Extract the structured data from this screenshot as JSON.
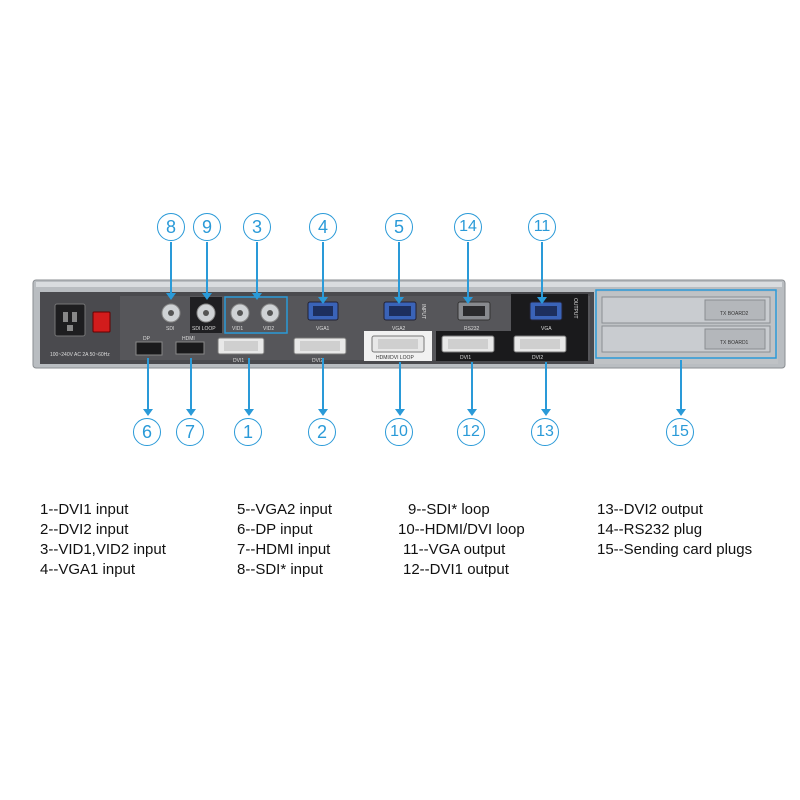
{
  "callouts_top": [
    "8",
    "9",
    "3",
    "4",
    "5",
    "14",
    "11"
  ],
  "callouts_bottom": [
    "6",
    "7",
    "1",
    "2",
    "10",
    "12",
    "13",
    "15"
  ],
  "panel_labels": {
    "power_rating": "100~240V AC 2A 50~60Hz",
    "dp": "DP",
    "hdmi": "HDMI",
    "dvi1_in": "DVI1",
    "dvi2_in": "DVI2",
    "sdi": "SDI",
    "sdi_loop": "SDI LOOP",
    "vid1": "VID1",
    "vid2": "VID2",
    "vga1": "VGA1",
    "vga2": "VGA2",
    "input": "INPUT",
    "hdmi_dvi_loop": "HDMI/DVI LOOP",
    "rs232": "RS232",
    "vga_out": "VGA",
    "dvi1_out": "DVI1",
    "dvi2_out": "DVI2",
    "output": "OUTPUT",
    "tx_board1": "TX BOARD1",
    "tx_board2": "TX BOARD2"
  },
  "legend": {
    "col1": [
      "1--DVI1 input",
      "2--DVI2 input",
      "3--VID1,VID2 input",
      "4--VGA1 input"
    ],
    "col2": [
      "5--VGA2 input",
      "6--DP input",
      "7--HDMI input",
      "8--SDI* input"
    ],
    "col3": [
      "9--SDI* loop",
      "10--HDMI/DVI loop",
      "11--VGA output",
      "12--DVI1 output"
    ],
    "col4": [
      "13--DVI2 output",
      "14--RS232 plug",
      "15--Sending card plugs"
    ]
  },
  "colors": {
    "accent": "#2a9ad8",
    "panel": "#4c4c50",
    "chassis": "#b8bcc0",
    "connector_blue": "#3a63b8",
    "power_switch": "#d21c1c"
  }
}
